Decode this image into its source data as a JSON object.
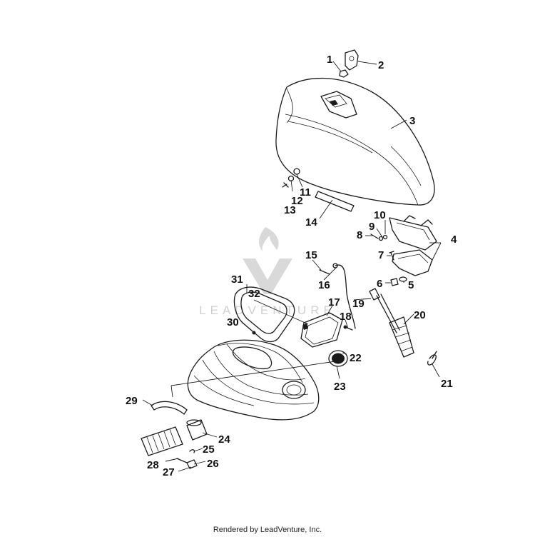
{
  "watermark": {
    "brand_text": "LEADVENTURE"
  },
  "footer": {
    "credit": "Rendered by LeadVenture, Inc."
  },
  "callouts": [
    "1",
    "2",
    "3",
    "4",
    "5",
    "6",
    "7",
    "8",
    "9",
    "10",
    "11",
    "12",
    "13",
    "14",
    "15",
    "16",
    "17",
    "18",
    "19",
    "20",
    "21",
    "22",
    "23",
    "24",
    "25",
    "26",
    "27",
    "28",
    "29",
    "30",
    "31",
    "32"
  ],
  "colors": {
    "line": "#1a1a1a",
    "watermark": "#d9d9d9",
    "background": "#ffffff"
  }
}
